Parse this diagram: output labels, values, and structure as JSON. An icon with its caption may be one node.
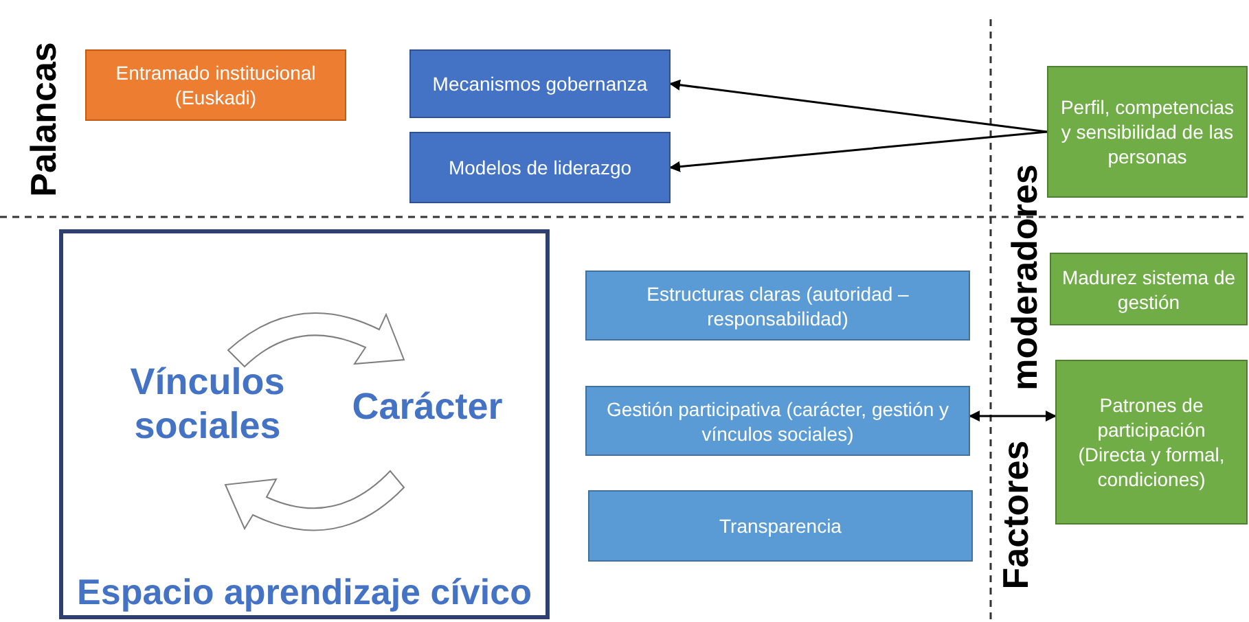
{
  "diagram": {
    "nodes": [
      {
        "text": [
          "Entramado institucional (Euskadi)"
        ]
      },
      {
        "text": [
          "Mecanismos gobernanza"
        ]
      },
      {
        "text": [
          "Modelos de liderazgo"
        ]
      },
      {
        "text": [
          "Perfil, competencias y sensibilidad de las personas"
        ]
      },
      {
        "text": [
          "Vínculos sociales",
          "Carácter",
          "Espacio aprendizaje cívico"
        ]
      },
      {
        "text": [
          "Estructuras claras (autoridad – responsabilidad)"
        ]
      },
      {
        "text": [
          "Gestión participativa (carácter, gestión y vínculos sociales)"
        ]
      },
      {
        "text": [
          "Transparencia"
        ]
      },
      {
        "text": [
          "Madurez sistema de gestión"
        ]
      },
      {
        "text": [
          "Patrones de participación (Directa y formal, condiciones)"
        ]
      }
    ],
    "edges": [
      {
        "from": 3,
        "to": 1,
        "arrow": "to"
      },
      {
        "from": 3,
        "to": 2,
        "arrow": "to"
      },
      {
        "from": 6,
        "to": 9,
        "arrow": "both"
      }
    ],
    "labels": [
      "Palancas",
      "moderadores",
      "Factores"
    ]
  }
}
